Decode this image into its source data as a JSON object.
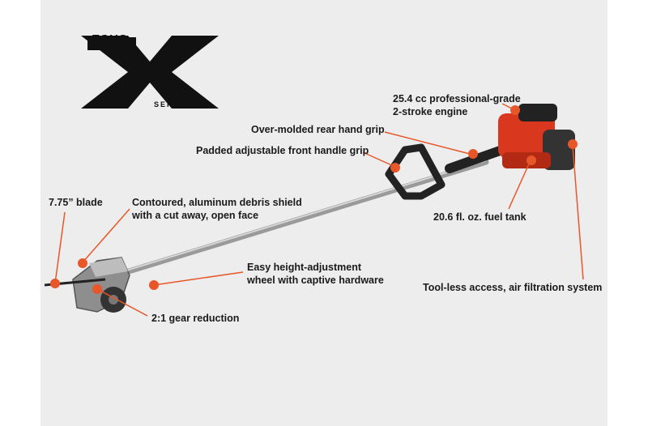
{
  "logo": {
    "brand": "ECHO",
    "series": "SERIES"
  },
  "callouts": {
    "engine_line1": "25.4 cc professional-grade",
    "engine_line2": "2-stroke engine",
    "rear_grip": "Over-molded rear hand grip",
    "front_grip": "Padded adjustable front handle grip",
    "blade": "7.75” blade",
    "shield_line1": "Contoured, aluminum debris shield",
    "shield_line2": "with a cut away, open face",
    "fuel_tank": "20.6 fl. oz. fuel tank",
    "wheel_line1": "Easy height-adjustment",
    "wheel_line2": "wheel with captive hardware",
    "air_filter": "Tool-less access, air filtration system",
    "gear": "2:1 gear reduction"
  },
  "colors": {
    "panel_bg": "#ededed",
    "accent_orange": "#e8572a",
    "engine_red": "#d9381e",
    "text": "#1a1a1a"
  }
}
